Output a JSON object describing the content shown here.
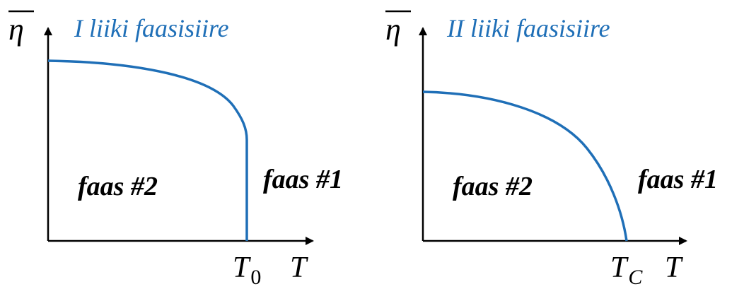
{
  "colors": {
    "curve": "#1f6fb7",
    "title": "#1f6fb7",
    "axis": "#000000"
  },
  "panel_left": {
    "y_axis_symbol": "η",
    "title": "I liiki faasisiire",
    "region_inside": "faas #2",
    "region_outside": "faas #1",
    "x_transition_label_main": "T",
    "x_transition_label_sub": "0",
    "x_axis_label": "T"
  },
  "panel_right": {
    "y_axis_symbol": "η",
    "title": "II liiki faasisiire",
    "region_inside": "faas #2",
    "region_outside": "faas #1",
    "x_transition_label_main": "T",
    "x_transition_label_sub": "C",
    "x_axis_label": "T"
  }
}
